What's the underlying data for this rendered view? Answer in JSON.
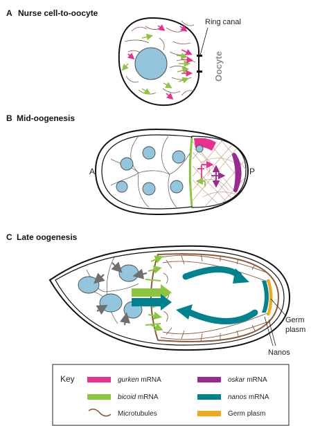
{
  "panels": {
    "a": {
      "letter": "A",
      "title": "Nurse cell-to-oocyte",
      "ring_canal": "Ring canal",
      "oocyte": "Oocyte"
    },
    "b": {
      "letter": "B",
      "title": "Mid-oogenesis",
      "anterior": "A",
      "posterior": "P"
    },
    "c": {
      "letter": "C",
      "title": "Late oogenesis",
      "germ_plasm_line1": "Germ",
      "germ_plasm_line2": "plasm",
      "nanos": "Nanos"
    }
  },
  "key": {
    "title": "Key",
    "items": [
      {
        "italic": "gurken",
        "suffix": " mRNA",
        "color": "#e8318f",
        "swatch": "bar"
      },
      {
        "italic": "oskar",
        "suffix": " mRNA",
        "color": "#9b2a8f",
        "swatch": "bar"
      },
      {
        "italic": "bicoid",
        "suffix": " mRNA",
        "color": "#8cc63f",
        "swatch": "bar"
      },
      {
        "italic": "nanos",
        "suffix": " mRNA",
        "color": "#00838f",
        "swatch": "bar"
      },
      {
        "italic": "",
        "suffix": "Microtubules",
        "color": "#8b5a3c",
        "swatch": "squiggle"
      },
      {
        "italic": "",
        "suffix": "Germ plasm",
        "color": "#f0a81c",
        "swatch": "bar"
      }
    ]
  },
  "colors": {
    "nucleus": "#93c5de",
    "gurken": "#e8318f",
    "oskar": "#9b2a8f",
    "bicoid": "#8cc63f",
    "nanos": "#00838f",
    "microtubule": "#8b5a3c",
    "germ_plasm": "#f0a81c",
    "transport_arrow": "#777777"
  }
}
